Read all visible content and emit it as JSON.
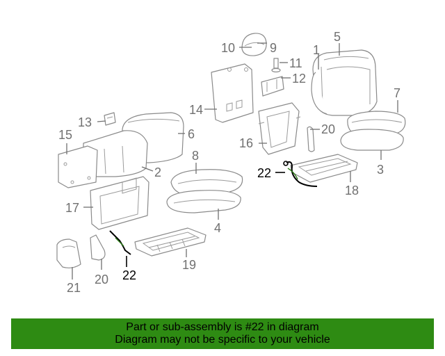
{
  "callouts": {
    "c1": "1",
    "c2": "2",
    "c3": "3",
    "c4": "4",
    "c5": "5",
    "c6": "6",
    "c7": "7",
    "c8": "8",
    "c9": "9",
    "c10": "10",
    "c11": "11",
    "c12": "12",
    "c13": "13",
    "c14": "14",
    "c15": "15",
    "c16": "16",
    "c17": "17",
    "c18": "18",
    "c19": "19",
    "c20a": "20",
    "c20b": "20",
    "c21": "21",
    "c22a": "22",
    "c22b": "22"
  },
  "banner": {
    "line1": "Part or sub-assembly is #22 in diagram",
    "line2": "Diagram may not be specific to your vehicle"
  },
  "colors": {
    "banner_bg": "#2e8b13",
    "highlight_part": "#000000",
    "callout_gray": "#707070"
  }
}
